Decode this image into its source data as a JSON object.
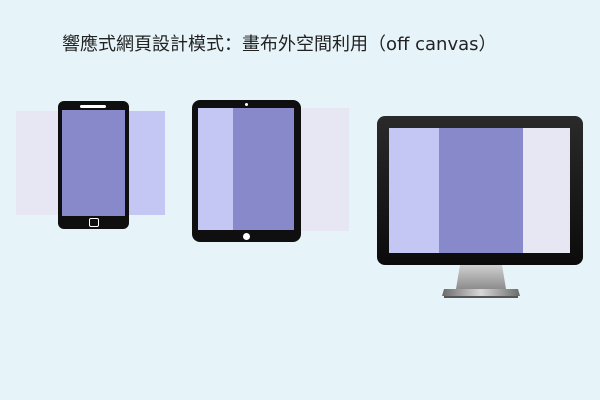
{
  "title": "響應式網頁設計模式：畫布外空間利用（off canvas）",
  "colors": {
    "background": "#e6f4f9",
    "offscreen_pale": "#e7e7f4",
    "offscreen_light": "#c4c6f3",
    "main_content": "#8889cb",
    "device_frame": "#0f0f0f",
    "monitor_stand": "#a8a8a8"
  },
  "devices": [
    {
      "type": "phone",
      "layout": [
        "offscreen-left",
        "main",
        "offscreen-right"
      ]
    },
    {
      "type": "tablet",
      "layout": [
        "offscreen-left",
        "main",
        "offscreen-right"
      ]
    },
    {
      "type": "desktop-monitor",
      "layout": [
        "left-panel",
        "main",
        "right-panel"
      ]
    }
  ]
}
